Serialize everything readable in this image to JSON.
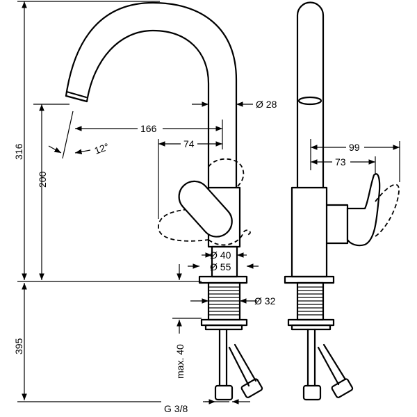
{
  "drawing": {
    "dimensions": {
      "total_height": "316",
      "spout_height": "200",
      "below_deck": "395",
      "reach": "166",
      "handle_offset": "74",
      "spout_angle": "12°",
      "spout_diameter": "Ø 28",
      "base_inner_diameter": "Ø 40",
      "base_outer_diameter": "Ø 55",
      "shank_diameter": "Ø 32",
      "max_deck_thickness": "max. 40",
      "connection_thread": "G 3/8",
      "side_handle_reach": "99",
      "side_handle_depth": "73"
    }
  }
}
